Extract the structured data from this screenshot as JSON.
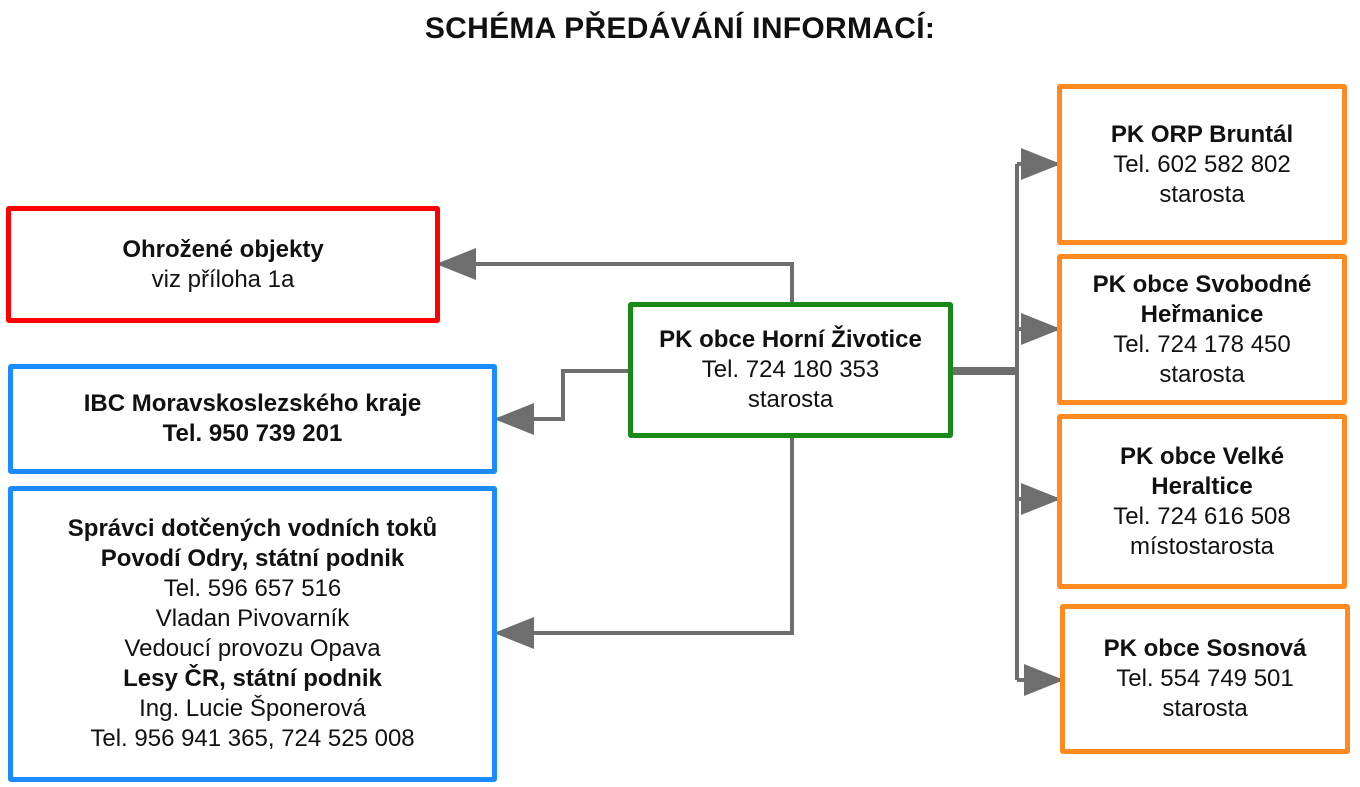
{
  "title": "SCHÉMA PŘEDÁVÁNÍ INFORMACÍ:",
  "colors": {
    "threatened": "#ff0000",
    "external": "#1a8cff",
    "center": "#178a17",
    "neighbors": "#ff8a1f",
    "arrows": "#6e6e6e"
  },
  "center": {
    "name": "PK obce Horní Životice",
    "phone": "Tel. 724 180 353",
    "role": "starosta"
  },
  "threatened": {
    "name": "Ohrožené objekty",
    "note": "viz příloha 1a"
  },
  "ibc": {
    "name": "IBC Moravskoslezského kraje",
    "phone": "Tel. 950 739 201"
  },
  "water": {
    "heading": "Správci dotčených vodních toků",
    "org1": "Povodí Odry, státní podnik",
    "org1_phone": "Tel. 596 657 516",
    "org1_person": "Vladan Pivovarník",
    "org1_role": "Vedoucí provozu Opava",
    "org2": "Lesy ČR, státní podnik",
    "org2_person": "Ing. Lucie Šponerová",
    "org2_phone": "Tel. 956 941 365, 724 525 008"
  },
  "neighbors": [
    {
      "name": "PK ORP Bruntál",
      "phone": "Tel. 602 582 802",
      "role": "starosta"
    },
    {
      "name_line1": "PK obce Svobodné",
      "name_line2": "Heřmanice",
      "phone": "Tel. 724 178 450",
      "role": "starosta"
    },
    {
      "name_line1": "PK obce Velké",
      "name_line2": "Heraltice",
      "phone": "Tel. 724 616 508",
      "role": "místostarosta"
    },
    {
      "name": "PK obce Sosnová",
      "phone": "Tel. 554 749 501",
      "role": "starosta"
    }
  ]
}
